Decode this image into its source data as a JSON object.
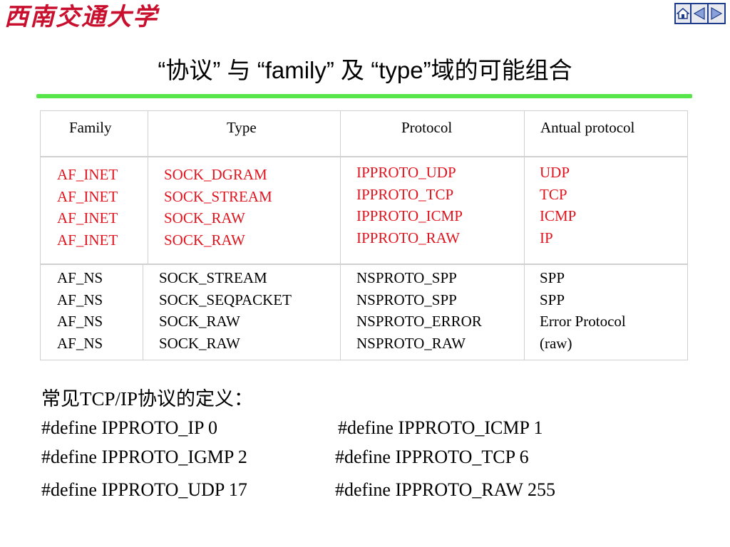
{
  "logo": {
    "text": "西南交通大学"
  },
  "nav": {
    "home_icon": "home-icon",
    "prev_icon": "triangle-left-icon",
    "next_icon": "triangle-right-icon"
  },
  "title": {
    "prefix": "“协议” 与 “",
    "family": "family",
    "mid": "” 及 “",
    "type": "type",
    "suffix": "”域的可能组合"
  },
  "table": {
    "headers": [
      "Family",
      "Type",
      "Protocol",
      "Antual protocol"
    ],
    "group1": {
      "family": [
        "AF_INET",
        "AF_INET",
        "AF_INET",
        "AF_INET"
      ],
      "type": [
        "SOCK_DGRAM",
        "SOCK_STREAM",
        "SOCK_RAW",
        "SOCK_RAW"
      ],
      "protocol": [
        "IPPROTO_UDP",
        "IPPROTO_TCP",
        "IPPROTO_ICMP",
        "IPPROTO_RAW"
      ],
      "actual": [
        "UDP",
        "TCP",
        "ICMP",
        "IP"
      ]
    },
    "group2": {
      "family": [
        "AF_NS",
        "AF_NS",
        "AF_NS",
        "AF_NS"
      ],
      "type": [
        "SOCK_STREAM",
        "SOCK_SEQPACKET",
        "SOCK_RAW",
        "SOCK_RAW"
      ],
      "protocol": [
        "NSPROTO_SPP",
        "NSPROTO_SPP",
        "NSPROTO_ERROR",
        "NSPROTO_RAW"
      ],
      "actual": [
        "SPP",
        "SPP",
        "Error Protocol",
        "(raw)"
      ]
    },
    "accent_color": "#e0141e"
  },
  "definitions": {
    "heading": "常见TCP/IP协议的定义：",
    "lines": [
      [
        "#define IPPROTO_IP 0",
        "#define IPPROTO_ICMP 1"
      ],
      [
        "#define IPPROTO_IGMP 2",
        "#define IPPROTO_TCP 6"
      ],
      [
        "#define IPPROTO_UDP 17",
        "#define IPPROTO_RAW 255"
      ]
    ]
  }
}
